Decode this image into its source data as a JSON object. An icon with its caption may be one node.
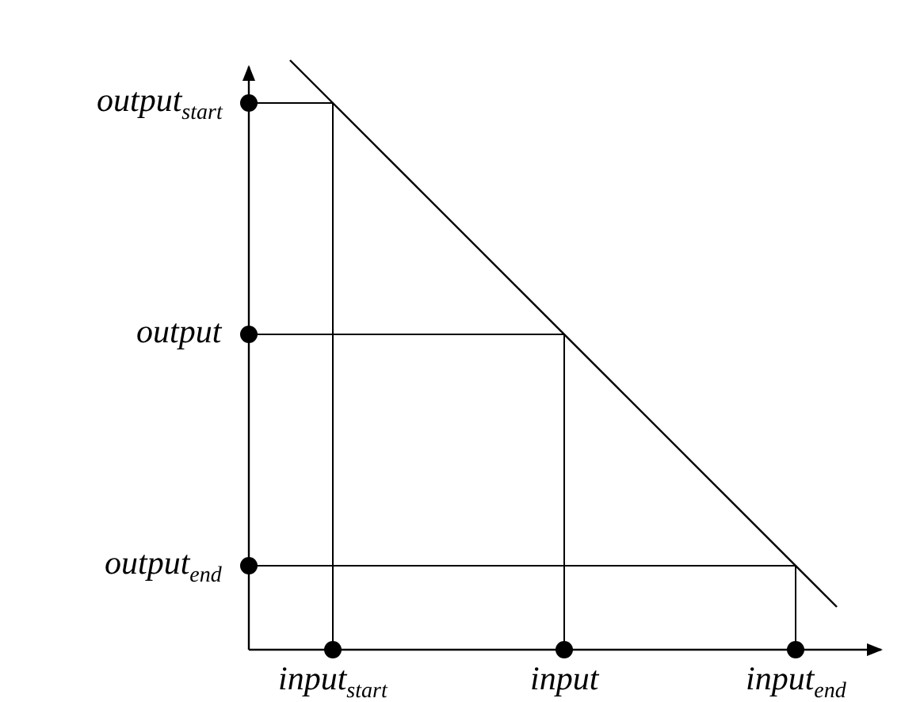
{
  "diagram": {
    "labels": [
      "output$_{start}$",
      "output",
      "output$_{end}$",
      "input$_{start}$",
      "input",
      "input$_{end}$"
    ]
  }
}
